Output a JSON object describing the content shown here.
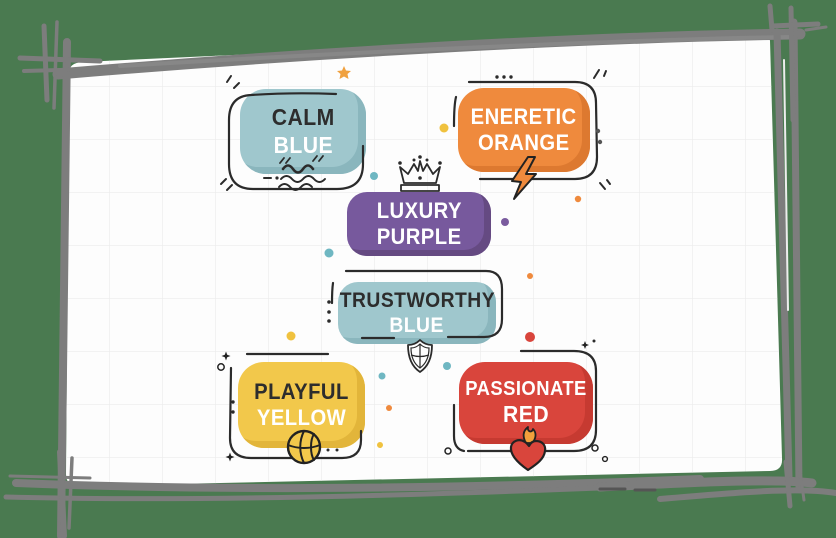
{
  "palette": {
    "outer_background": "#4a7a50",
    "frame_gray": "#7d7d7d",
    "panel_white": "#fdfdfd",
    "grid_line": "#ececec",
    "sketch_outline": "#2b2b2b",
    "calm_blue": "#9fc7cd",
    "calm_blue_edge": "#8ab6bd",
    "energetic_orange": "#ef8a3d",
    "energetic_orange_edge": "#dd7930",
    "luxury_purple": "#77599d",
    "luxury_purple_edge": "#654a82",
    "playful_yellow": "#f2c84b",
    "playful_yellow_edge": "#e2b53a",
    "passionate_red": "#d9453c",
    "passionate_red_edge": "#c63a31",
    "accent_teal": "#6fb7c2",
    "accent_yellow": "#f0c23f",
    "accent_orange": "#ef8a3d",
    "accent_purple": "#7a5b9e",
    "accent_red": "#d9453c",
    "text_dark": "#2d2d2d",
    "text_white": "#ffffff"
  },
  "badges": [
    {
      "id": "calm-blue",
      "line1": "CALM",
      "line2": "BLUE",
      "fill": "#9fc7cd",
      "icon": "waves-icon"
    },
    {
      "id": "energetic-orange",
      "line1": "ENERETIC",
      "line2": "ORANGE",
      "fill": "#ef8a3d",
      "icon": "lightning-bolt-icon"
    },
    {
      "id": "luxury-purple",
      "line1": "LUXURY",
      "line2": "PURPLE",
      "fill": "#77599d",
      "icon": "crown-icon"
    },
    {
      "id": "trustworthy-blue",
      "line1": "TRUSTWORTHY",
      "line2": "BLUE",
      "fill": "#9fc7cd",
      "icon": "shield-icon"
    },
    {
      "id": "playful-yellow",
      "line1": "PLAYFUL",
      "line2": "YELLOW",
      "fill": "#f2c84b",
      "icon": "basketball-icon"
    },
    {
      "id": "passionate-red",
      "line1": "PASSIONATE",
      "line2": "RED",
      "fill": "#d9453c",
      "icon": "flaming-heart-icon"
    }
  ]
}
